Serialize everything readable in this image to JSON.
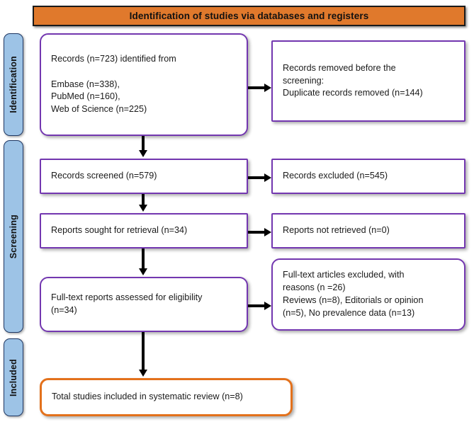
{
  "header": {
    "title": "Identification of studies via databases and registers",
    "background_color": "#E0792C",
    "border_color": "#1a1a1a"
  },
  "stages": [
    {
      "id": "identification",
      "label": "Identification"
    },
    {
      "id": "screening",
      "label": "Screening"
    },
    {
      "id": "included",
      "label": "Included"
    }
  ],
  "stage_style": {
    "fill_color": "#9DC3E6",
    "border_color": "#1F3864"
  },
  "box_style": {
    "purple_border": "#7337B0",
    "orange_border": "#E3711C",
    "fill_color": "#FFFFFF"
  },
  "boxes": {
    "records_identified": "Records (n=723) identified from\n\nEmbase (n=338),\nPubMed (n=160),\nWeb of Science (n=225)",
    "records_removed": "Records removed before the\nscreening:\nDuplicate records removed (n=144)",
    "records_screened": "Records screened (n=579)",
    "records_excluded": "Records excluded (n=545)",
    "reports_sought": "Reports sought for retrieval (n=34)",
    "reports_not_retrieved": "Reports not retrieved (n=0)",
    "fulltext_assessed": "Full-text reports assessed for eligibility\n(n=34)",
    "fulltext_excluded": "Full-text articles excluded, with\nreasons (n =26)\nReviews (n=8), Editorials or opinion\n(n=5), No prevalence data (n=13)",
    "total_included": "Total studies included in systematic review (n=8)"
  },
  "chart_data": {
    "type": "diagram",
    "title": "Identification of studies via databases and registers",
    "nodes": [
      {
        "id": "records_identified",
        "stage": "Identification",
        "column": "left",
        "count": 723,
        "sources": [
          {
            "name": "Embase",
            "n": 338
          },
          {
            "name": "PubMed",
            "n": 160
          },
          {
            "name": "Web of Science",
            "n": 225
          }
        ]
      },
      {
        "id": "records_removed",
        "stage": "Identification",
        "column": "right",
        "duplicates_removed": 144
      },
      {
        "id": "records_screened",
        "stage": "Screening",
        "column": "left",
        "count": 579
      },
      {
        "id": "records_excluded",
        "stage": "Screening",
        "column": "right",
        "count": 545
      },
      {
        "id": "reports_sought",
        "stage": "Screening",
        "column": "left",
        "count": 34
      },
      {
        "id": "reports_not_retrieved",
        "stage": "Screening",
        "column": "right",
        "count": 0
      },
      {
        "id": "fulltext_assessed",
        "stage": "Screening",
        "column": "left",
        "count": 34
      },
      {
        "id": "fulltext_excluded",
        "stage": "Screening",
        "column": "right",
        "count": 26,
        "reasons": [
          {
            "name": "Reviews",
            "n": 8
          },
          {
            "name": "Editorials or opinion",
            "n": 5
          },
          {
            "name": "No prevalence data",
            "n": 13
          }
        ]
      },
      {
        "id": "total_included",
        "stage": "Included",
        "column": "left",
        "count": 8
      }
    ],
    "edges": [
      {
        "from": "records_identified",
        "to": "records_removed",
        "direction": "right"
      },
      {
        "from": "records_identified",
        "to": "records_screened",
        "direction": "down"
      },
      {
        "from": "records_screened",
        "to": "records_excluded",
        "direction": "right"
      },
      {
        "from": "records_screened",
        "to": "reports_sought",
        "direction": "down"
      },
      {
        "from": "reports_sought",
        "to": "reports_not_retrieved",
        "direction": "right"
      },
      {
        "from": "reports_sought",
        "to": "fulltext_assessed",
        "direction": "down"
      },
      {
        "from": "fulltext_assessed",
        "to": "fulltext_excluded",
        "direction": "right"
      },
      {
        "from": "fulltext_assessed",
        "to": "total_included",
        "direction": "down"
      }
    ]
  }
}
